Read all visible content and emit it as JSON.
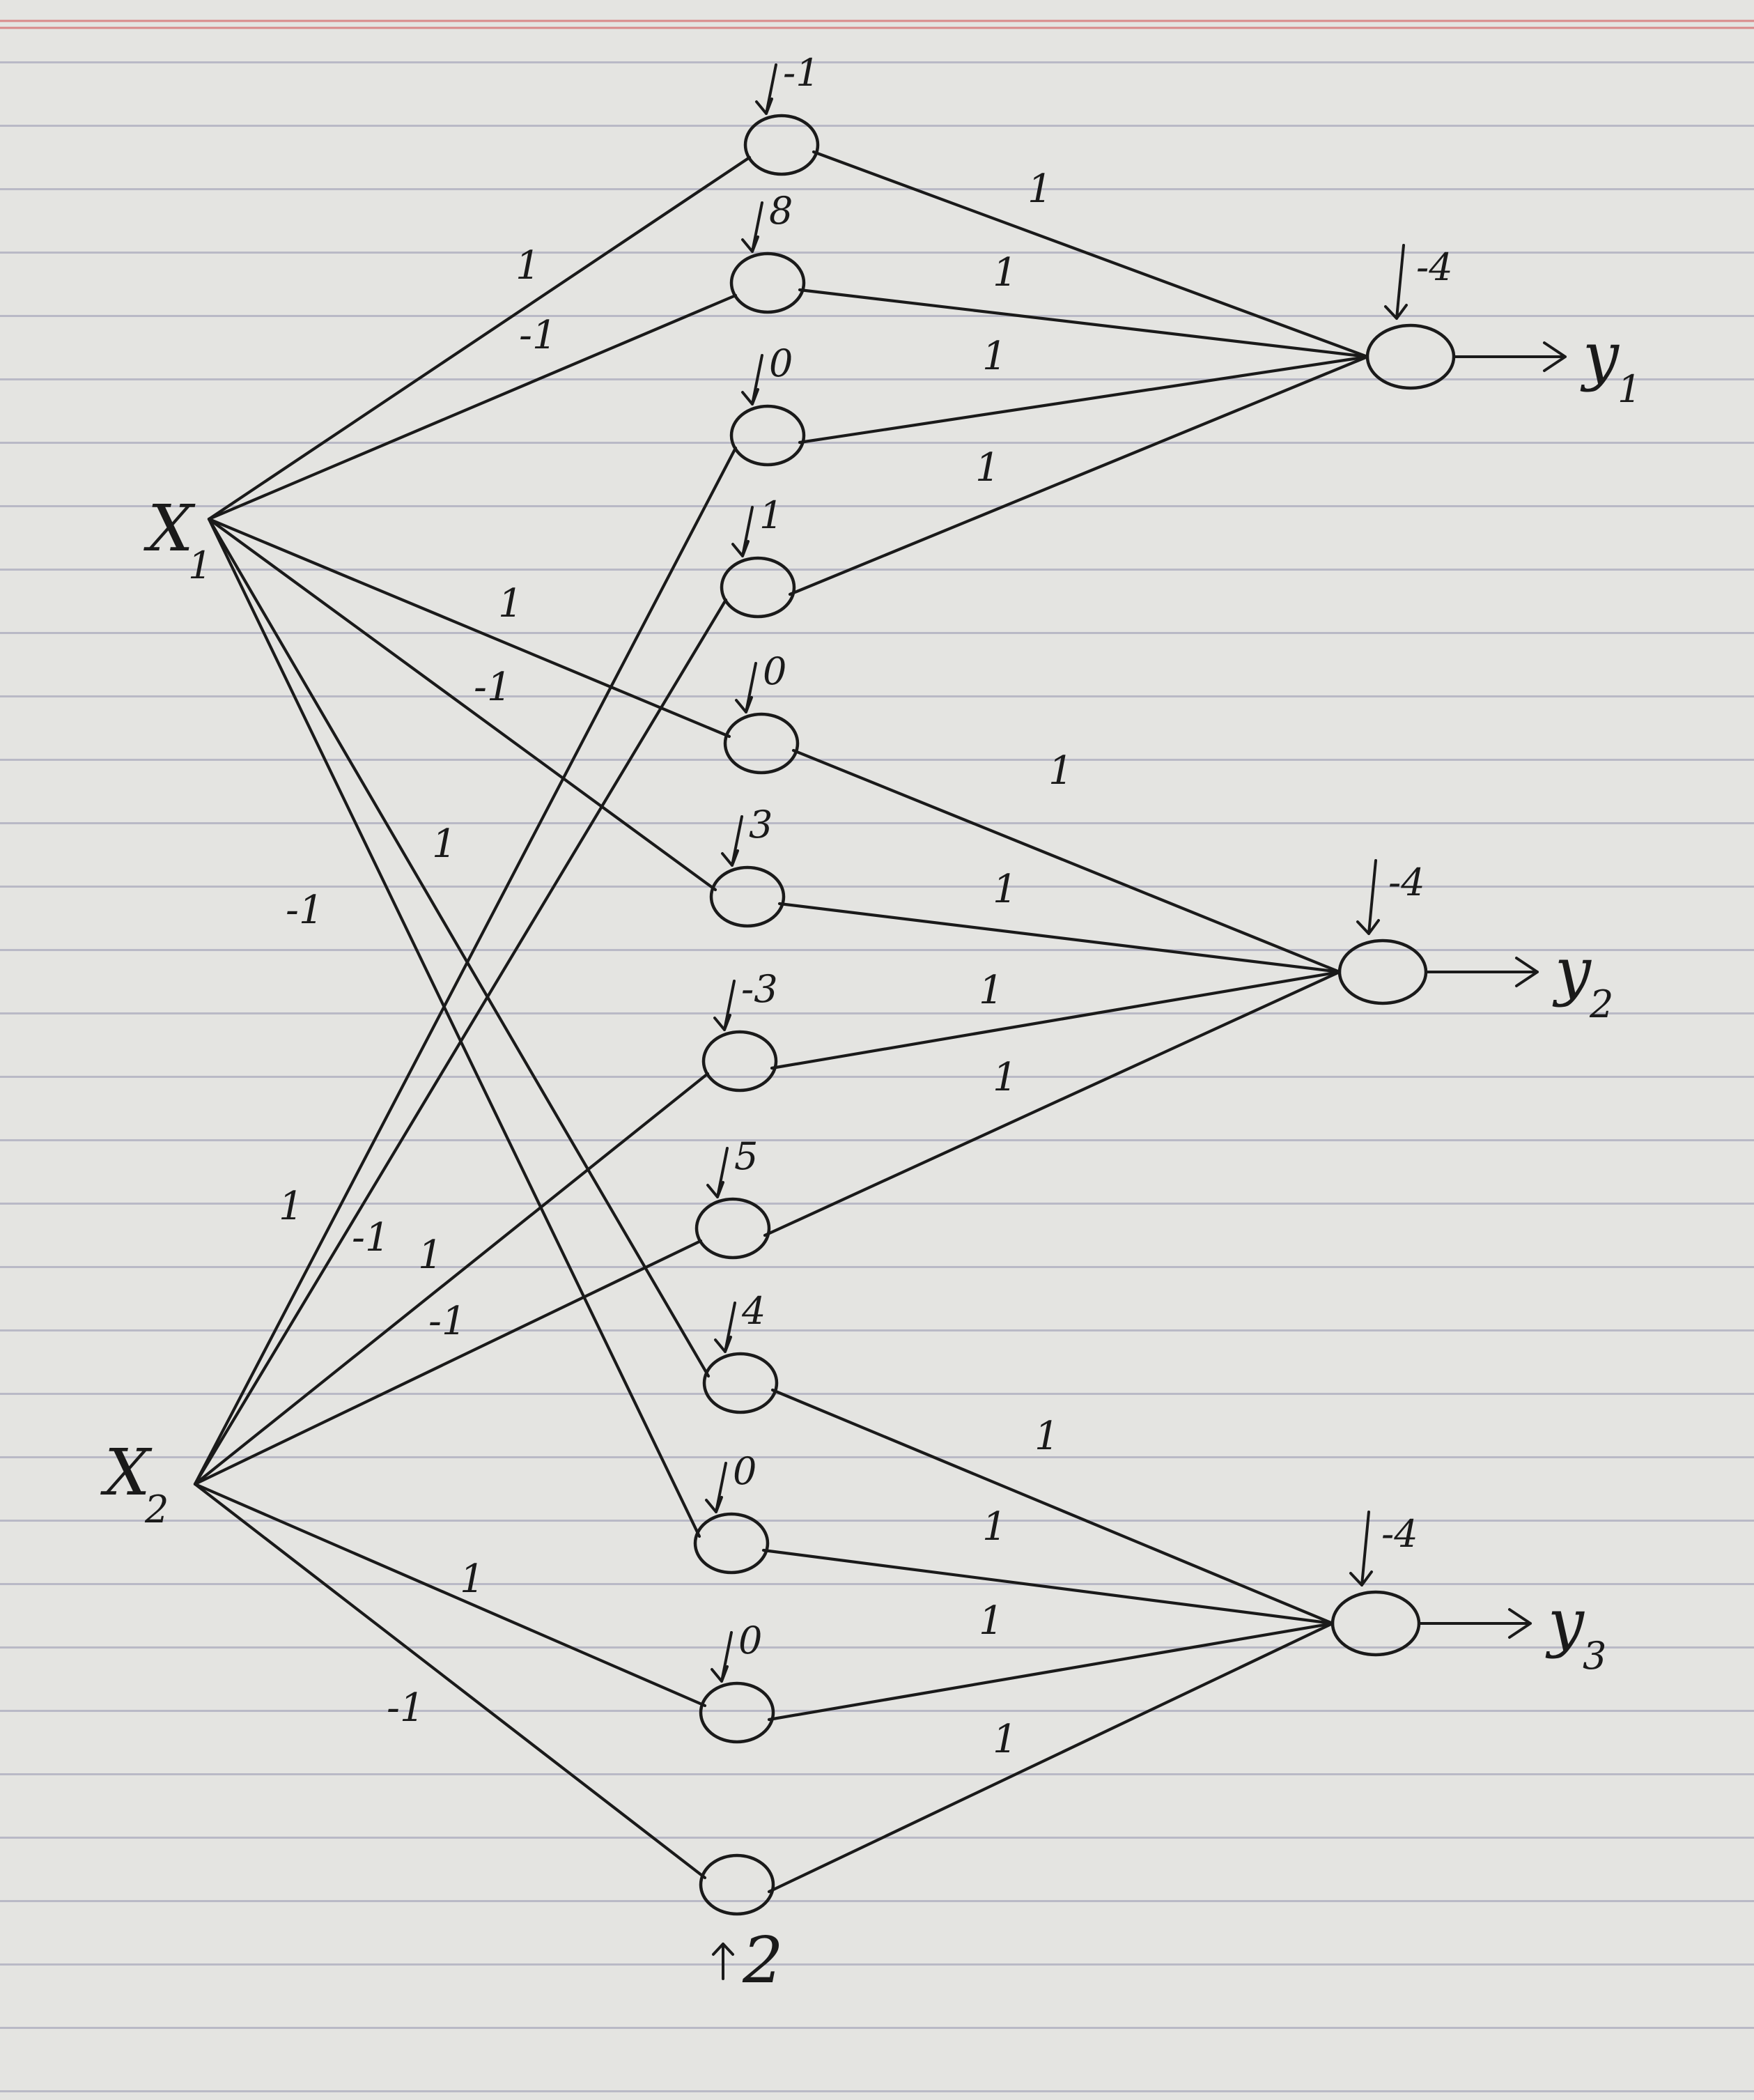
{
  "diagram": {
    "inputs": [
      {
        "id": "x1",
        "label": "X",
        "sub": "1"
      },
      {
        "id": "x2",
        "label": "X",
        "sub": "2"
      }
    ],
    "outputs": [
      {
        "id": "y1",
        "label": "y",
        "sub": "1",
        "bias": "-4"
      },
      {
        "id": "y2",
        "label": "y",
        "sub": "2",
        "bias": "-4"
      },
      {
        "id": "y3",
        "label": "y",
        "sub": "3",
        "bias": "-4"
      }
    ],
    "hidden": [
      {
        "id": "h1",
        "bias": "-1",
        "output": "y1",
        "inputs": [
          {
            "from": "x1",
            "w": "1"
          }
        ],
        "out_w": "1"
      },
      {
        "id": "h2",
        "bias": "8",
        "output": "y1",
        "inputs": [
          {
            "from": "x1",
            "w": "-1"
          }
        ],
        "out_w": "1"
      },
      {
        "id": "h3",
        "bias": "0",
        "output": "y1",
        "inputs": [
          {
            "from": "x2",
            "w": "1"
          }
        ],
        "out_w": "1"
      },
      {
        "id": "h4",
        "bias": "1",
        "output": "y1",
        "inputs": [
          {
            "from": "x2",
            "w": "-1"
          }
        ],
        "out_w": "1"
      },
      {
        "id": "h5",
        "bias": "0",
        "output": "y2",
        "inputs": [
          {
            "from": "x1",
            "w": "1"
          }
        ],
        "out_w": "1"
      },
      {
        "id": "h6",
        "bias": "3",
        "output": "y2",
        "inputs": [
          {
            "from": "x1",
            "w": "-1"
          }
        ],
        "out_w": "1"
      },
      {
        "id": "h7",
        "bias": "-3",
        "output": "y2",
        "inputs": [
          {
            "from": "x2",
            "w": "1"
          }
        ],
        "out_w": "1"
      },
      {
        "id": "h8",
        "bias": "5",
        "output": "y2",
        "inputs": [
          {
            "from": "x2",
            "w": "-1"
          }
        ],
        "out_w": "1"
      },
      {
        "id": "h9",
        "bias": "4",
        "output": "y3",
        "inputs": [
          {
            "from": "x1",
            "w": "1"
          }
        ],
        "out_w": "1"
      },
      {
        "id": "h10",
        "bias": "0",
        "output": "y3",
        "inputs": [
          {
            "from": "x1",
            "w": "-1"
          }
        ],
        "out_w": "1"
      },
      {
        "id": "h11",
        "bias": "0",
        "output": "y3",
        "inputs": [
          {
            "from": "x2",
            "w": "1"
          }
        ],
        "out_w": "1"
      },
      {
        "id": "h12",
        "bias": "2",
        "output": "y3",
        "inputs": [
          {
            "from": "x2",
            "w": "-1"
          }
        ],
        "out_w": "1"
      }
    ]
  }
}
